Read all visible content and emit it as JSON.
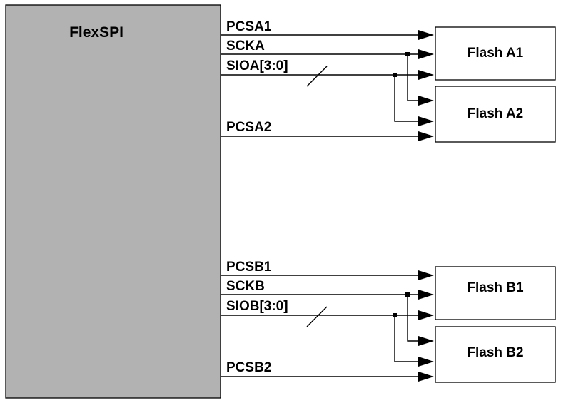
{
  "controller": {
    "label": "FlexSPI",
    "fill": "#b2b2b2"
  },
  "group_a": {
    "signals": {
      "cs1": "PCSA1",
      "clk": "SCKA",
      "data": "SIOA[3:0]",
      "cs2": "PCSA2"
    },
    "flash1": "Flash A1",
    "flash2": "Flash A2"
  },
  "group_b": {
    "signals": {
      "cs1": "PCSB1",
      "clk": "SCKB",
      "data": "SIOB[3:0]",
      "cs2": "PCSB2"
    },
    "flash1": "Flash B1",
    "flash2": "Flash B2"
  },
  "colors": {
    "line": "#000000",
    "box": "#ffffff"
  }
}
